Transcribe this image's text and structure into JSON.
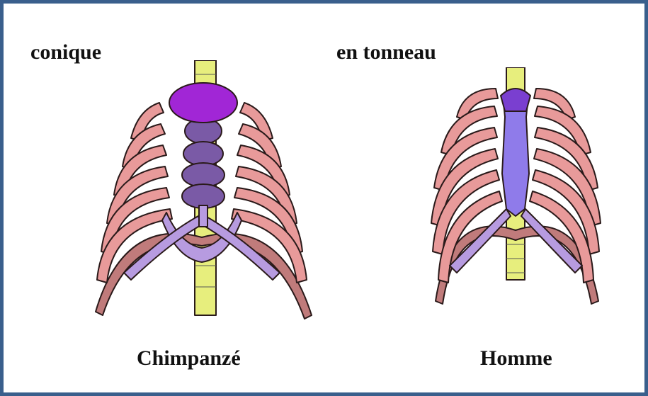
{
  "labels": {
    "left_shape": "conique",
    "right_shape": "en tonneau",
    "left_species": "Chimpanzé",
    "right_species": "Homme"
  },
  "colors": {
    "frame": "#3a5f8c",
    "rib": "#e89a9a",
    "rib_outline": "#2a1a1a",
    "cartilage": "#b79be0",
    "sternum_chimp": "#7a5aa6",
    "manubrium_chimp": "#a126d6",
    "sternum_human": "#8f7bea",
    "spine": "#e7ee7d"
  },
  "icons": {
    "left_figure": "chimpanzee-ribcage-illustration",
    "right_figure": "human-ribcage-illustration"
  }
}
